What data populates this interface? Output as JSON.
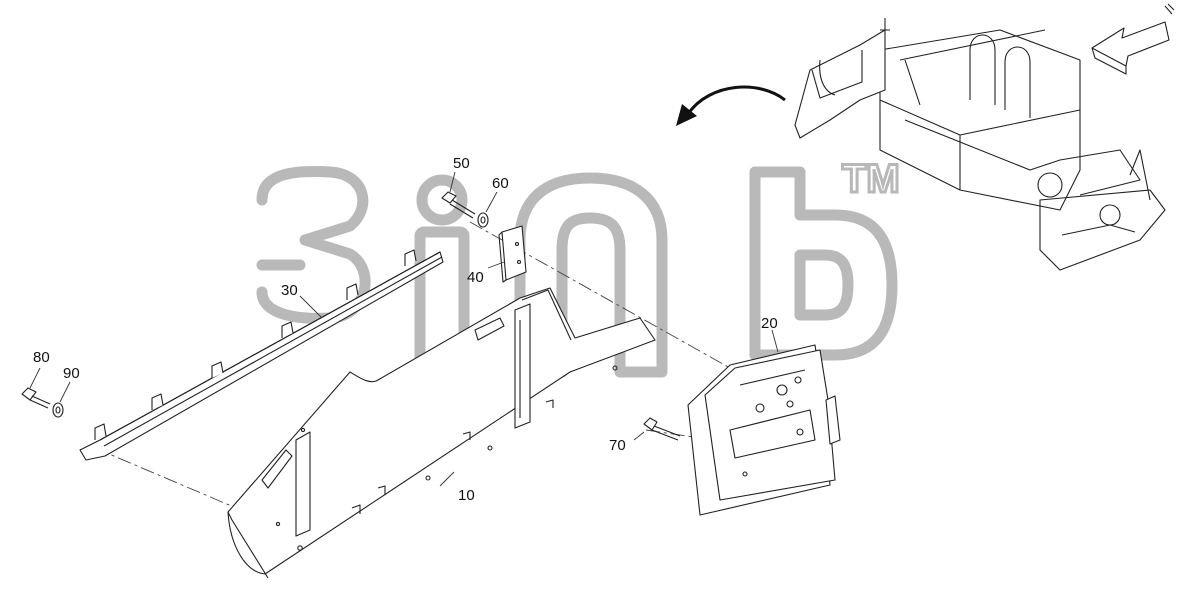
{
  "watermark": {
    "brand_mark": "TM"
  },
  "callouts": [
    {
      "id": "10",
      "text": "10"
    },
    {
      "id": "20",
      "text": "20"
    },
    {
      "id": "30",
      "text": "30"
    },
    {
      "id": "40",
      "text": "40"
    },
    {
      "id": "50",
      "text": "50"
    },
    {
      "id": "60",
      "text": "60"
    },
    {
      "id": "70",
      "text": "70"
    },
    {
      "id": "80",
      "text": "80"
    },
    {
      "id": "90",
      "text": "90"
    }
  ],
  "icons": {
    "rotation_arrow": "curved-arrow-icon",
    "view_direction": "view-direction-arrow-icon"
  },
  "colors": {
    "line": "#222222",
    "watermark": "#b9b9b9",
    "background": "#ffffff"
  }
}
